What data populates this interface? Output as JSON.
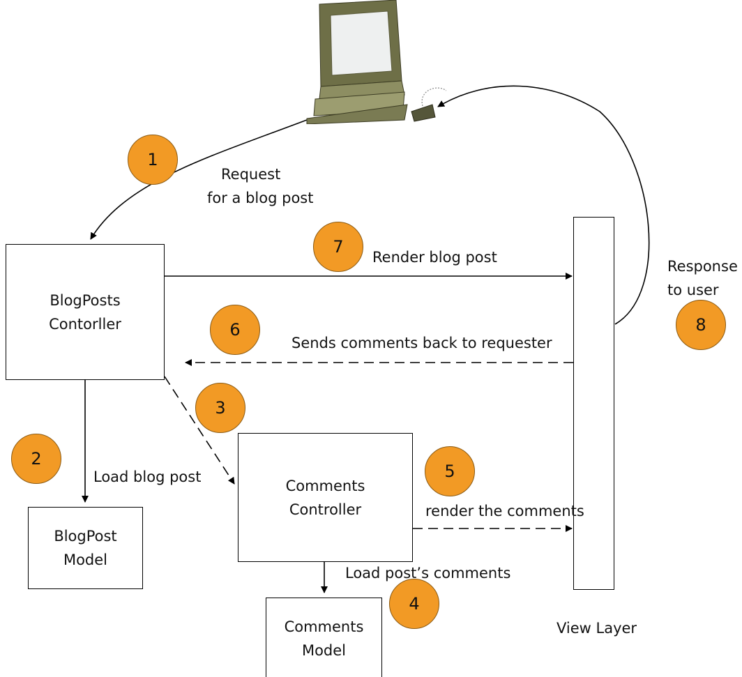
{
  "nodes": {
    "blogposts_controller": [
      "BlogPosts",
      "Contorller"
    ],
    "blogpost_model": [
      "BlogPost",
      "Model"
    ],
    "comments_controller": [
      "Comments",
      "Controller"
    ],
    "comments_model": [
      "Comments",
      "Model"
    ],
    "view_layer_label": "View Layer"
  },
  "steps": [
    "1",
    "2",
    "3",
    "4",
    "5",
    "6",
    "7",
    "8"
  ],
  "labels": {
    "request": [
      "Request",
      "for a blog post"
    ],
    "load_blog_post": "Load blog post",
    "render_blog_post": "Render blog post",
    "sends_comments": "Sends comments back to requester",
    "render_comments": "render the comments",
    "load_post_comments": "Load post’s comments",
    "response": [
      "Response",
      "to user"
    ]
  },
  "colors": {
    "badge": "#f29a25",
    "line": "#000000"
  },
  "icons": {
    "client": "computer-icon"
  }
}
